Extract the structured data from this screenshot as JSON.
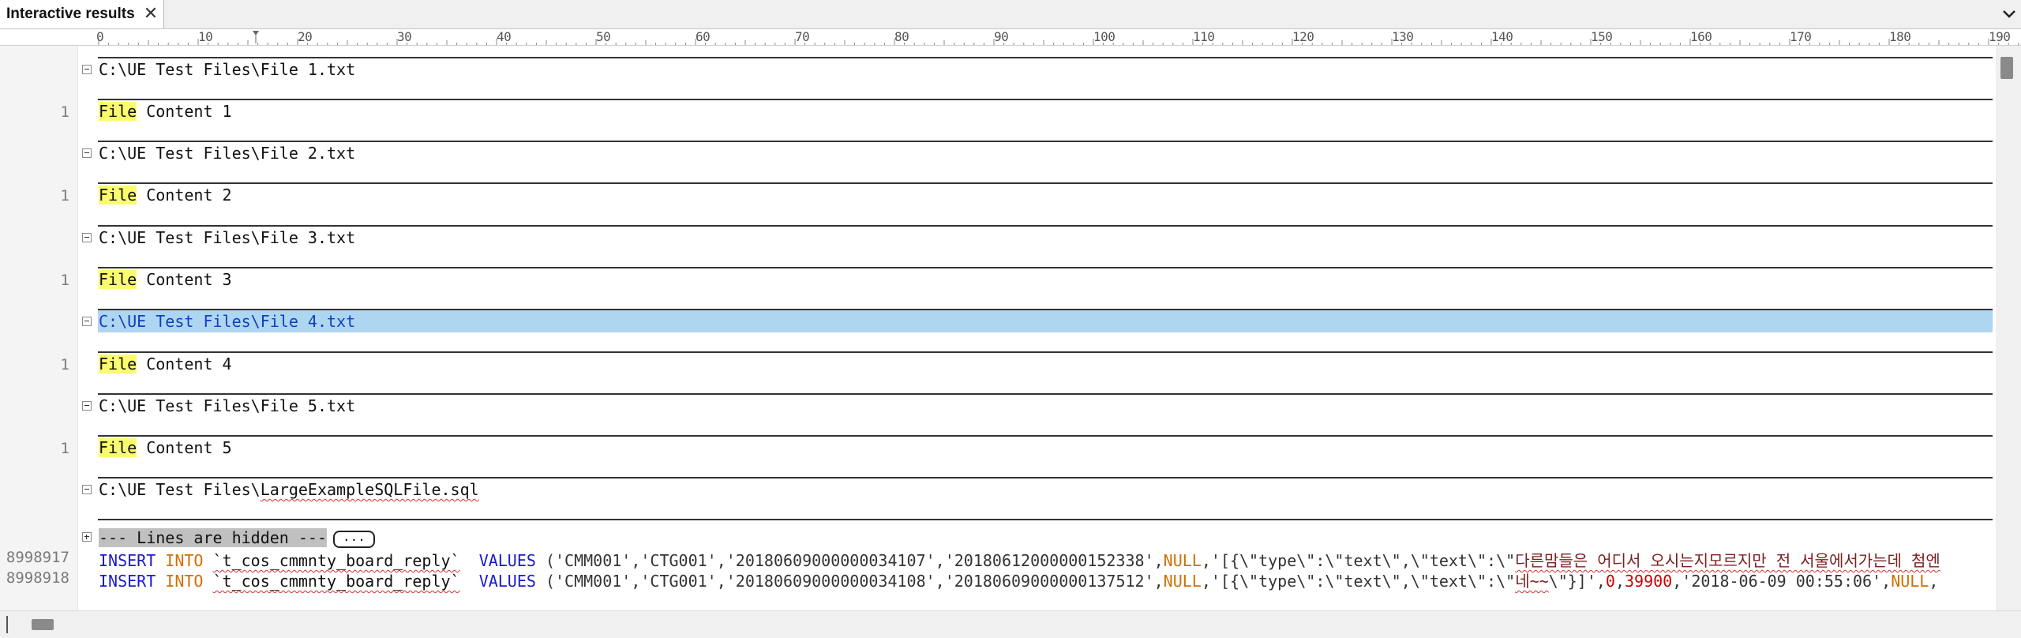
{
  "tab": {
    "title": "Interactive results",
    "close_glyph": "✕"
  },
  "ruler": {
    "labels": [
      "0",
      "10",
      "20",
      "30",
      "40",
      "50",
      "60",
      "70",
      "80",
      "90",
      "100",
      "110",
      "120",
      "130",
      "140",
      "150",
      "160",
      "170",
      "180",
      "190"
    ]
  },
  "results": {
    "files": [
      {
        "path": "C:\\UE Test Files\\File 1.txt",
        "line": "1",
        "match": "File",
        "rest": " Content 1"
      },
      {
        "path": "C:\\UE Test Files\\File 2.txt",
        "line": "1",
        "match": "File",
        "rest": " Content 2"
      },
      {
        "path": "C:\\UE Test Files\\File 3.txt",
        "line": "1",
        "match": "File",
        "rest": " Content 3"
      },
      {
        "path": "C:\\UE Test Files\\File 4.txt",
        "line": "1",
        "match": "File",
        "rest": " Content 4"
      },
      {
        "path": "C:\\UE Test Files\\File 5.txt",
        "line": "1",
        "match": "File",
        "rest": " Content 5"
      }
    ],
    "large_file": {
      "path_prefix": "C:\\UE Test Files\\",
      "path_name": "LargeExampleSQLFile.sql",
      "hidden_label": "--- Lines are hidden ---",
      "more_label": "...",
      "lines": [
        {
          "num": "8998917",
          "insert": "INSERT",
          "into": "INTO",
          "table": "`t_cos_cmmnty_board_reply`",
          "values_kw": "VALUES",
          "part1": " ('CMM001','CTG001','20180609000000034107','20180612000000152338',",
          "null1": "NULL",
          "part2": ",'[{\\\"type\\\":\\\"text\\\",\\\"text\\\":\\\"",
          "korean": "다른맘들은 어디서 오시는지모르지만 전 서울에서가는데 첨엔",
          "tail": ""
        },
        {
          "num": "8998918",
          "insert": "INSERT",
          "into": "INTO",
          "table": "`t_cos_cmmnty_board_reply`",
          "values_kw": "VALUES",
          "part1": " ('CMM001','CTG001','20180609000000034108','20180609000000137512',",
          "null1": "NULL",
          "part2": ",'[{\\\"type\\\":\\\"text\\\",\\\"text\\\":\\\"",
          "korean": "네~~",
          "tail": "\\\"}]',",
          "zero": "0",
          "comma1": ",",
          "num2": "39900",
          "tail2": ",'2018-06-09 00:55:06',",
          "null2": "NULL",
          "tail3": ","
        }
      ]
    }
  },
  "colors": {
    "selection": "#aed6f1",
    "match_highlight": "#fbfb6e",
    "keyword": "#1a1acc",
    "null": "#d07000",
    "number": "#cc0000"
  }
}
